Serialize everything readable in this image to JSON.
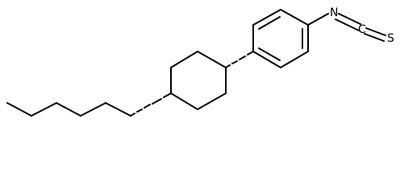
{
  "molecule": {
    "atom_labels": {
      "nitrogen": "N",
      "carbon": "C",
      "sulfur": "S"
    }
  }
}
